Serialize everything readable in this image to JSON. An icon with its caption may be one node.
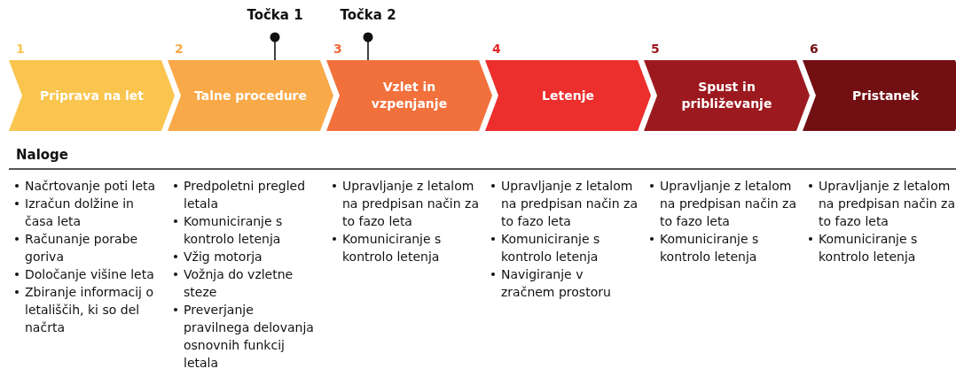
{
  "diagram": {
    "nodes": [
      {
        "text": [
          "Priprava na let"
        ],
        "beside": [
          "1",
          "Načrtovanje poti leta",
          "Izračun dolžine in časa leta",
          "Računanje porabe goriva",
          "Določanje višine leta",
          "Zbiranje informacij o letališčih, ki so del načrta"
        ]
      },
      {
        "text": [
          "Talne procedure"
        ],
        "beside": [
          "2",
          "Predpoletni pregled letala",
          "Komuniciranje s kontrolo letenja",
          "Vžig motorja",
          "Vožnja do vzletne steze",
          "Preverjanje pravilnega delovanja osnovnih funkcij letala"
        ]
      },
      {
        "text": [
          "Vzlet in vzpenjanje"
        ],
        "beside": [
          "3",
          "Upravljanje z letalom na predpisan način za to fazo leta",
          "Komuniciranje s kontrolo letenja"
        ]
      },
      {
        "text": [
          "Letenje"
        ],
        "beside": [
          "4",
          "Upravljanje z letalom na predpisan način za to fazo leta",
          "Komuniciranje s kontrolo letenja",
          "Navigiranje v zračnem prostoru"
        ]
      },
      {
        "text": [
          "Spust in približevanje"
        ],
        "beside": [
          "5",
          "Upravljanje z letalom na predpisan način za to fazo leta",
          "Komuniciranje s kontrolo letenja"
        ]
      },
      {
        "text": [
          "Pristanek"
        ],
        "beside": [
          "6",
          "Upravljanje z letalom na predpisan način za to fazo leta",
          "Komuniciranje s kontrolo letenja"
        ]
      },
      {
        "text": [
          "Točka 1"
        ]
      },
      {
        "text": [
          "Točka 2"
        ]
      }
    ],
    "edges": [
      {
        "from": 6,
        "to": 1,
        "arrow": "other"
      },
      {
        "from": 7,
        "to": 2,
        "arrow": "other"
      }
    ],
    "labels": [
      "Naloge"
    ]
  }
}
